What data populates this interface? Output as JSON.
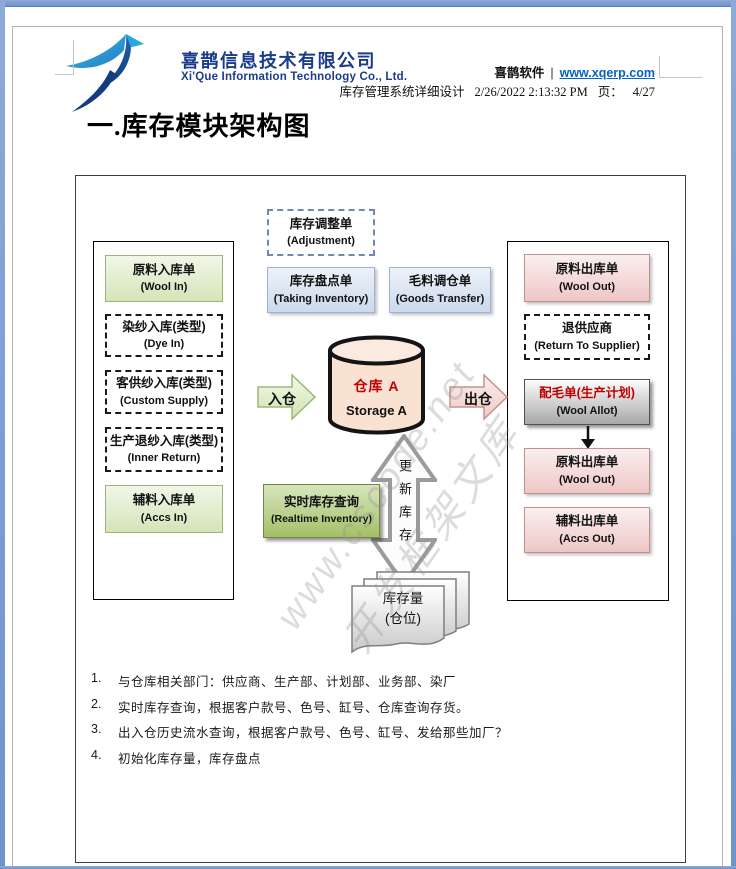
{
  "header": {
    "company_cn": "喜鹊信息技术有限公司",
    "company_en": "Xi'Que Information Technology Co., Ltd.",
    "brand": "喜鹊软件",
    "divider": "|",
    "website": "www.xqerp.com",
    "doc_title": "库存管理系统详细设计",
    "datetime": "2/26/2022 2:13:32 PM",
    "page_label": "页：",
    "page_number": "4/27"
  },
  "title": "一.库存模块架构图",
  "diagram": {
    "top_boxes": [
      {
        "cn": "库存调整单",
        "en": "(Adjustment)"
      },
      {
        "cn": "库存盘点单",
        "en": "(Taking Inventory)"
      },
      {
        "cn": "毛料调仓单",
        "en": "(Goods Transfer)"
      }
    ],
    "left_boxes": [
      {
        "cn": "原料入库单",
        "en": "(Wool In)"
      },
      {
        "cn": "染纱入库(类型)",
        "en": "(Dye In)"
      },
      {
        "cn": "客供纱入库(类型)",
        "en": "(Custom Supply)"
      },
      {
        "cn": "生产退纱入库(类型)",
        "en": "(Inner Return)"
      },
      {
        "cn": "辅料入库单",
        "en": "(Accs In)"
      }
    ],
    "right_boxes": [
      {
        "cn": "原料出库单",
        "en": "(Wool Out)"
      },
      {
        "cn": "退供应商",
        "en": "(Return To Supplier)"
      },
      {
        "cn": "配毛单(生产计划)",
        "en": "(Wool Allot)"
      },
      {
        "cn": "原料出库单",
        "en": "(Wool Out)"
      },
      {
        "cn": "辅料出库单",
        "en": "(Accs Out)"
      }
    ],
    "cylinder": {
      "cn": "仓库 A",
      "en": "Storage A"
    },
    "arrow_in_label": "入仓",
    "arrow_out_label": "出仓",
    "realtime_box": {
      "cn": "实时库存查询",
      "en": "(Realtime Inventory)"
    },
    "update_arrow_label": "更新库存",
    "stock_doc": {
      "line1": "库存量",
      "line2": "(仓位)"
    },
    "watermark_line1": "www.cscode.net",
    "watermark_line2": "开发框架文库"
  },
  "notes": [
    {
      "num": "1.",
      "text": "与仓库相关部门：供应商、生产部、计划部、业务部、染厂"
    },
    {
      "num": "2.",
      "text": "实时库存查询，根据客户款号、色号、缸号、仓库查询存货。"
    },
    {
      "num": "3.",
      "text": "出入仓历史流水查询，根据客户款号、色号、缸号、发给那些加厂？"
    },
    {
      "num": "4.",
      "text": "初始化库存量，库存盘点"
    }
  ],
  "colors": {
    "frame_blue": "#7D9DD2",
    "brand_blue": "#1B3C8C",
    "link_blue": "#0563C1",
    "highlight_red": "#C00000",
    "cylinder_fill": "#F9E2D1"
  }
}
